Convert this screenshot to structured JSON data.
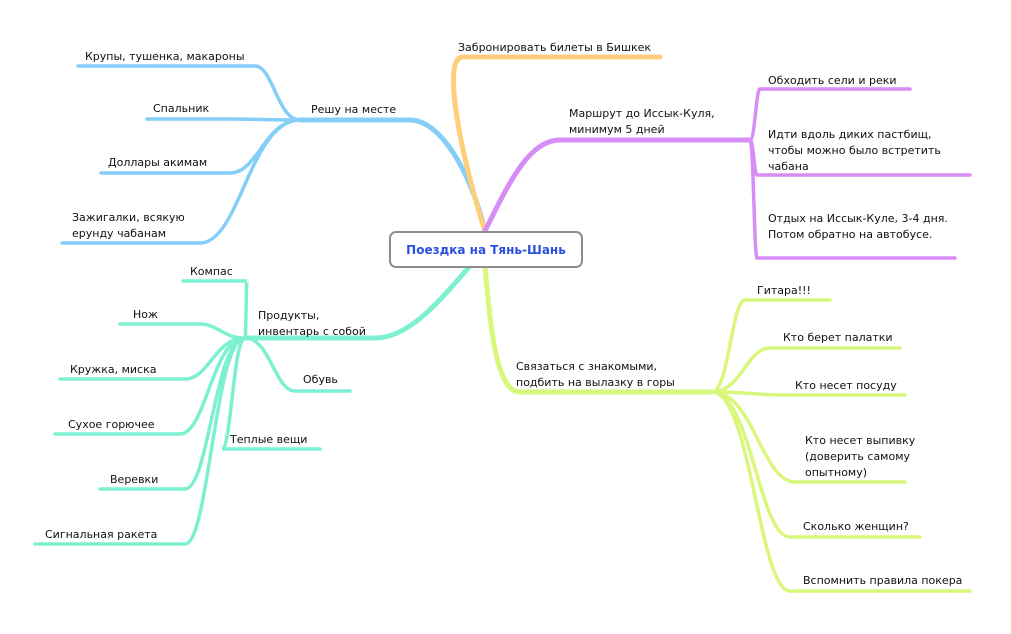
{
  "central_topic": "Поездка на Тянь-Шань",
  "colors": {
    "blue": "#86cdf7",
    "orange": "#fdcf7c",
    "purple": "#d88cf6",
    "teal": "#7df0d2",
    "lime": "#d9f77c",
    "center_text": "#2b4fe0",
    "center_border": "#8d8d8d"
  },
  "branches": {
    "book": {
      "label": "Забронировать билеты в Бишкек"
    },
    "onsite": {
      "label": "Решу на месте",
      "children": [
        "Крупы, тушенка, макароны",
        "Спальник",
        "Доллары акимам",
        "Зажигалки, всякую ерунду чабанам"
      ]
    },
    "route": {
      "label": "Маршрут до Иссык-Куля, минимум 5 дней",
      "children": [
        "Обходить сели и реки",
        "Идти вдоль диких пастбищ, чтобы можно было встретить чабана",
        "Отдых на Иссык-Куле, 3-4 дня. Потом обратно на автобусе."
      ]
    },
    "gear": {
      "label": "Продукты, инвентарь с собой",
      "children": [
        "Компас",
        "Нож",
        "Кружка, миска",
        "Обувь",
        "Сухое горючее",
        "Теплые вещи",
        "Веревки",
        "Сигнальная ракета"
      ]
    },
    "contact": {
      "label": "Связаться с знакомыми, подбить на вылазку в горы",
      "children": [
        "Гитара!!!",
        "Кто берет палатки",
        "Кто несет посуду",
        "Кто несет выпивку (доверить самому опытному)",
        "Сколько женщин?",
        "Вспомнить правила покера"
      ]
    }
  }
}
